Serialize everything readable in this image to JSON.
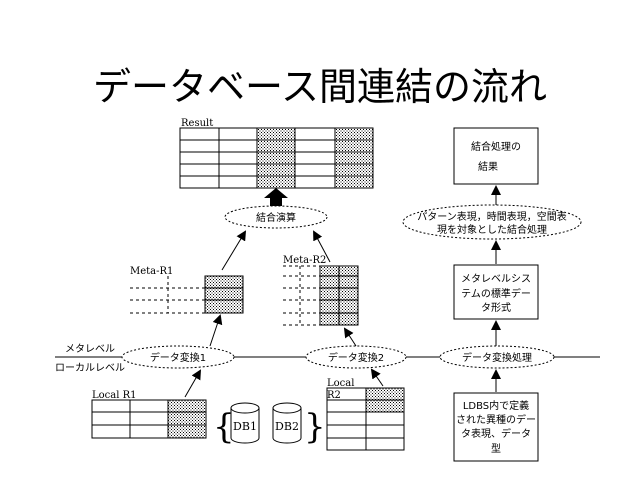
{
  "title": "データベース間連結の流れ",
  "result_label": "Result",
  "join_operation": "結合演算",
  "meta_r1_label": "Meta-R1",
  "meta_r2_label": "Meta-R2",
  "meta_level": "メタレベル",
  "local_level": "ローカルレベル",
  "data_convert_1": "データ変換1",
  "data_convert_2": "データ変換2",
  "data_convert_process": "データ変換処理",
  "local_r1_label": "Local R1",
  "local_r2_label_1": "Local",
  "local_r2_label_2": "R2",
  "db1": "DB1",
  "db2": "DB2",
  "join_result": {
    "line1": "結合処理の",
    "line2": "結果"
  },
  "pattern_ellipse": {
    "line1": "パターン表現，時間表現，空間表",
    "line2": "現を対象とした結合処理"
  },
  "meta_standard": {
    "line1": "メタレベルシス",
    "line2": "テムの標準デー",
    "line3": "タ形式"
  },
  "ldbs_box": {
    "line1": "LDBS内で定義",
    "line2": "された異種のデー",
    "line3": "タ表現、データ",
    "line4": "型"
  }
}
